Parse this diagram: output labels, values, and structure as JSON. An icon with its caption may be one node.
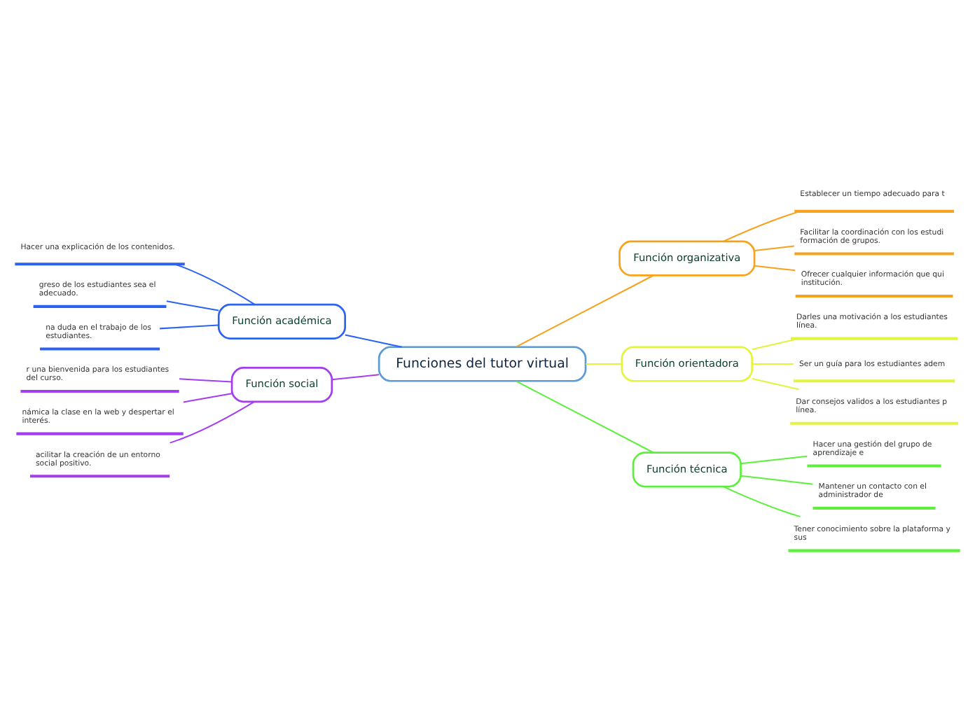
{
  "diagram": {
    "nodes": [
      {
        "text": [
          "Funciones del tutor virtual"
        ]
      },
      {
        "text": [
          "Función organizativa"
        ]
      },
      {
        "text": [
          "Establecer un tiempo adecuado para t"
        ]
      },
      {
        "text": [
          "Facilitar la coordinación con los estudi formación de grupos."
        ]
      },
      {
        "text": [
          "Ofrecer cualquier información que qui institución."
        ]
      },
      {
        "text": [
          "Función orientadora"
        ]
      },
      {
        "text": [
          "Darles una motivación a los estudiantes línea."
        ]
      },
      {
        "text": [
          "Ser un guía para los estudiantes adem"
        ]
      },
      {
        "text": [
          "Dar consejos validos a los estudiantes p línea."
        ]
      },
      {
        "text": [
          "Función técnica"
        ]
      },
      {
        "text": [
          "Hacer una gestión del grupo de aprendizaje e"
        ]
      },
      {
        "text": [
          "Mantener un contacto con el administrador de"
        ]
      },
      {
        "text": [
          "Tener conocimiento sobre la plataforma y sus"
        ]
      },
      {
        "text": [
          "Función académica"
        ]
      },
      {
        "text": [
          "Hacer una explicación de los contenidos."
        ]
      },
      {
        "text": [
          "greso de los estudiantes sea el adecuado."
        ]
      },
      {
        "text": [
          "na duda en el trabajo de los estudiantes."
        ]
      },
      {
        "text": [
          "Función social"
        ]
      },
      {
        "text": [
          "r una bienvenida para los estudiantes del curso."
        ]
      },
      {
        "text": [
          "námica la clase en la web y despertar el interés."
        ]
      },
      {
        "text": [
          "acilitar la creación de un entorno social positivo."
        ]
      }
    ],
    "edges": [
      {
        "from": 0,
        "to": 1,
        "arrow": "none",
        "color": "#f7a21b"
      },
      {
        "from": 1,
        "to": 2,
        "arrow": "none",
        "color": "#f7a21b"
      },
      {
        "from": 1,
        "to": 3,
        "arrow": "none",
        "color": "#f7a21b"
      },
      {
        "from": 1,
        "to": 4,
        "arrow": "none",
        "color": "#f7a21b"
      },
      {
        "from": 0,
        "to": 5,
        "arrow": "none",
        "color": "#e0f53c"
      },
      {
        "from": 5,
        "to": 6,
        "arrow": "none",
        "color": "#e0f53c"
      },
      {
        "from": 5,
        "to": 7,
        "arrow": "none",
        "color": "#e0f53c"
      },
      {
        "from": 5,
        "to": 8,
        "arrow": "none",
        "color": "#e0f53c"
      },
      {
        "from": 0,
        "to": 9,
        "arrow": "none",
        "color": "#5cf03c"
      },
      {
        "from": 9,
        "to": 10,
        "arrow": "none",
        "color": "#5cf03c"
      },
      {
        "from": 9,
        "to": 11,
        "arrow": "none",
        "color": "#5cf03c"
      },
      {
        "from": 9,
        "to": 12,
        "arrow": "none",
        "color": "#5cf03c"
      },
      {
        "from": 0,
        "to": 13,
        "arrow": "none",
        "color": "#2b63f0"
      },
      {
        "from": 13,
        "to": 14,
        "arrow": "none",
        "color": "#2b63f0"
      },
      {
        "from": 13,
        "to": 15,
        "arrow": "none",
        "color": "#2b63f0"
      },
      {
        "from": 13,
        "to": 16,
        "arrow": "none",
        "color": "#2b63f0"
      },
      {
        "from": 0,
        "to": 17,
        "arrow": "none",
        "color": "#a43cf0"
      },
      {
        "from": 17,
        "to": 18,
        "arrow": "none",
        "color": "#a43cf0"
      },
      {
        "from": 17,
        "to": 19,
        "arrow": "none",
        "color": "#a43cf0"
      },
      {
        "from": 17,
        "to": 20,
        "arrow": "none",
        "color": "#a43cf0"
      }
    ]
  }
}
